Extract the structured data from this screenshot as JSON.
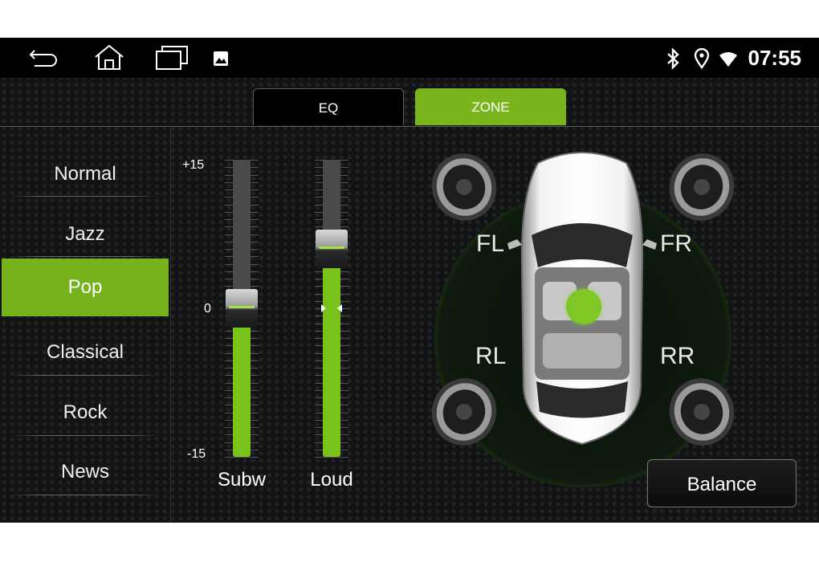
{
  "statusbar": {
    "icons": [
      "back-icon",
      "home-icon",
      "recents-icon",
      "gallery-icon",
      "bluetooth-icon",
      "location-icon",
      "wifi-icon"
    ],
    "clock": "07:55"
  },
  "tabs": [
    {
      "label": "EQ",
      "active": false
    },
    {
      "label": "ZONE",
      "active": true
    }
  ],
  "presets": [
    {
      "label": "Normal",
      "active": false
    },
    {
      "label": "Jazz",
      "active": false
    },
    {
      "label": "Pop",
      "active": true
    },
    {
      "label": "Classical",
      "active": false
    },
    {
      "label": "Rock",
      "active": false
    },
    {
      "label": "News",
      "active": false
    }
  ],
  "scale": {
    "max_label": "+15",
    "zero_label": "0",
    "min_label": "-15",
    "min": -15,
    "max": 15
  },
  "sliders": [
    {
      "label": "Subw",
      "value": 0
    },
    {
      "label": "Loud",
      "value": 6
    }
  ],
  "zone": {
    "fl": "FL",
    "fr": "FR",
    "rl": "RL",
    "rr": "RR"
  },
  "balance_label": "Balance",
  "colors": {
    "accent": "#76b21b",
    "background": "#111315"
  }
}
